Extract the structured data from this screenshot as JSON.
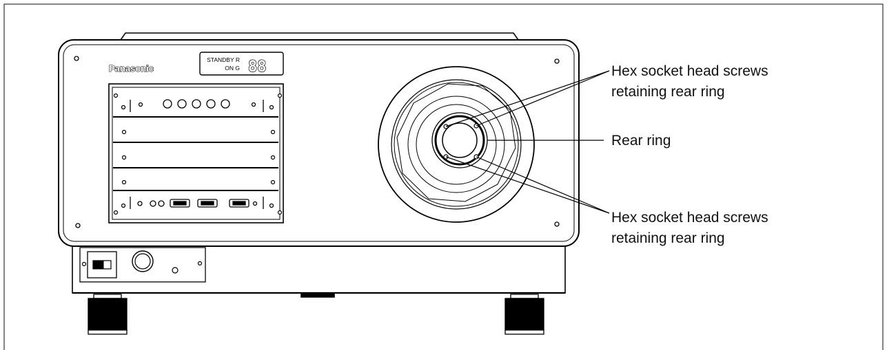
{
  "device": {
    "brand": "Panasonic",
    "status_standby": "STANDBY R",
    "status_on": "ON G",
    "display_digits": "88"
  },
  "callouts": {
    "top_line1": "Hex socket head screws",
    "top_line2": "retaining rear ring",
    "middle": "Rear ring",
    "bottom_line1": "Hex socket head screws",
    "bottom_line2": "retaining rear ring"
  }
}
